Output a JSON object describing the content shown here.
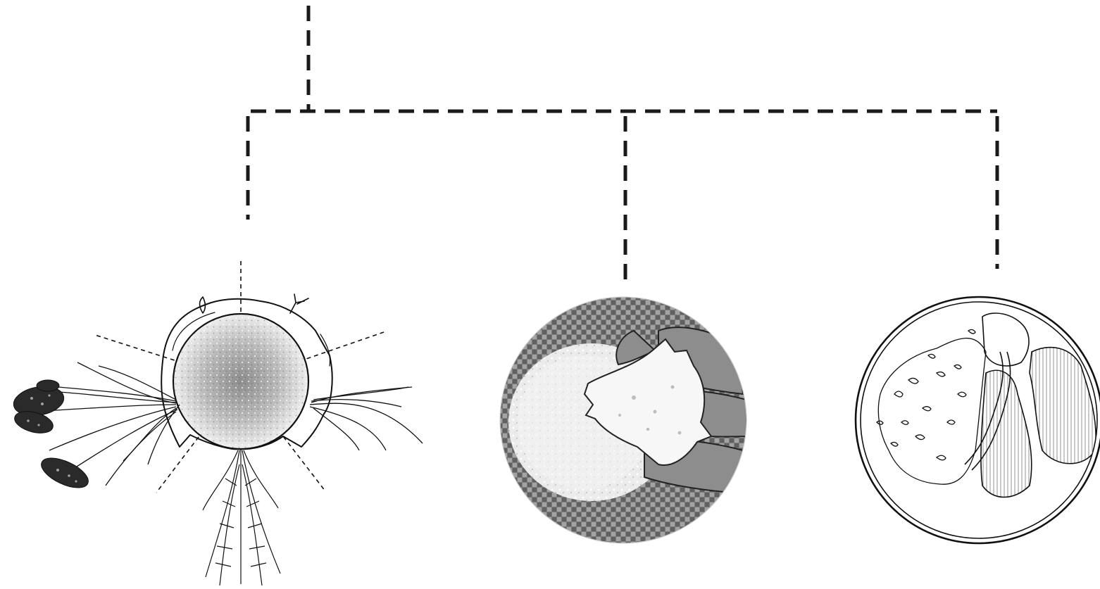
{
  "diagram": {
    "connector_color": "#1a1a1a",
    "line_color": "#111111",
    "photo_gray_dark": "#5a5a5a",
    "photo_gray_light": "#e9e9e9",
    "nodes": [
      {
        "id": "plant",
        "icon": "plant-sphere-illustration-icon"
      },
      {
        "id": "salt",
        "icon": "salt-in-hand-photo-icon"
      },
      {
        "id": "field",
        "icon": "field-map-circle-icon"
      }
    ]
  }
}
